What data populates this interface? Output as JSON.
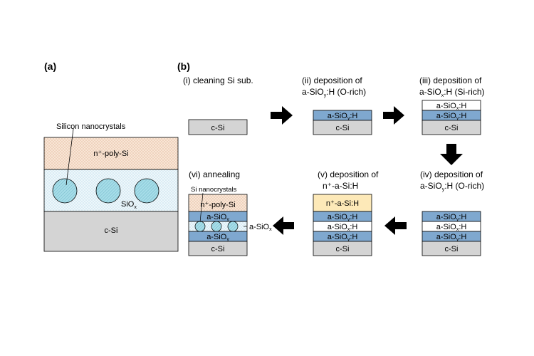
{
  "panel_a": {
    "label": "(a)",
    "callout": "Silicon nanocrystals",
    "layers": {
      "top": "n⁺-poly-Si",
      "middle_base": "SiO",
      "middle_sub": "x",
      "bottom": "c-Si"
    }
  },
  "panel_b": {
    "label": "(b)",
    "steps": {
      "i": {
        "line1": "(i) cleaning Si sub.",
        "line2": ""
      },
      "ii": {
        "line1": "(ii) deposition of",
        "line2_base": "a-SiO",
        "line2_sub": "y",
        "line2_rest": ":H (O-rich)"
      },
      "iii": {
        "line1": "(iii) deposition of",
        "line2_base": "a-SiO",
        "line2_sub": "x",
        "line2_rest": ":H (Si-rich)"
      },
      "iv": {
        "line1": "(iv) deposition of",
        "line2_base": "a-SiO",
        "line2_sub": "y",
        "line2_rest": ":H (O-rich)"
      },
      "v": {
        "line1": "(v) deposition of",
        "line2": "n⁺-a-Si:H"
      },
      "vi": {
        "line1": "(vi) annealing"
      }
    },
    "layer_text": {
      "csi": "c-Si",
      "siox_y_base": "a-SiO",
      "siox_y_sub": "y",
      "siox_rest": ":H",
      "siox_x_base": "a-SiO",
      "siox_x_sub": "x",
      "n_asi": "n⁺-a-Si:H",
      "n_poly": "n⁺-poly-Si",
      "si_nc": "Si nanocrystals",
      "annealed_y_base": "a-SiO",
      "annealed_y_sub": "y",
      "side_base": "a-SiO",
      "side_sub": "x"
    }
  },
  "colors": {
    "csi": "#d4d4d4",
    "siox_y": "#7fa8cf",
    "siox_x": "#ffffff",
    "n_asi": "#fde9b8",
    "n_poly": "#f6dcc8",
    "siox_dotted": "#e3f1f7",
    "nc": "#8fd5e2",
    "arrow": "#000000"
  }
}
